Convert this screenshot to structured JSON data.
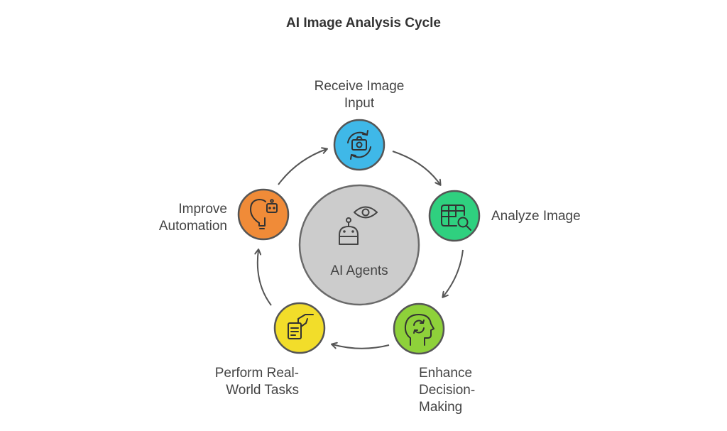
{
  "title": "AI Image Analysis Cycle",
  "center": {
    "label": "AI Agents",
    "icon": "robot-eye-icon",
    "color": "#cccccc"
  },
  "steps": [
    {
      "label": "Receive Image\nInput",
      "icon": "camera-refresh-icon",
      "color": "#3fb8e8"
    },
    {
      "label": "Analyze Image",
      "icon": "table-search-icon",
      "color": "#2fd07f"
    },
    {
      "label": "Enhance\nDecision-\nMaking",
      "icon": "head-brain-icon",
      "color": "#8ed13a"
    },
    {
      "label": "Perform Real-\nWorld Tasks",
      "icon": "hand-document-icon",
      "color": "#f2dd2a"
    },
    {
      "label": "Improve\nAutomation",
      "icon": "bulb-robot-icon",
      "color": "#f08b38"
    }
  ]
}
